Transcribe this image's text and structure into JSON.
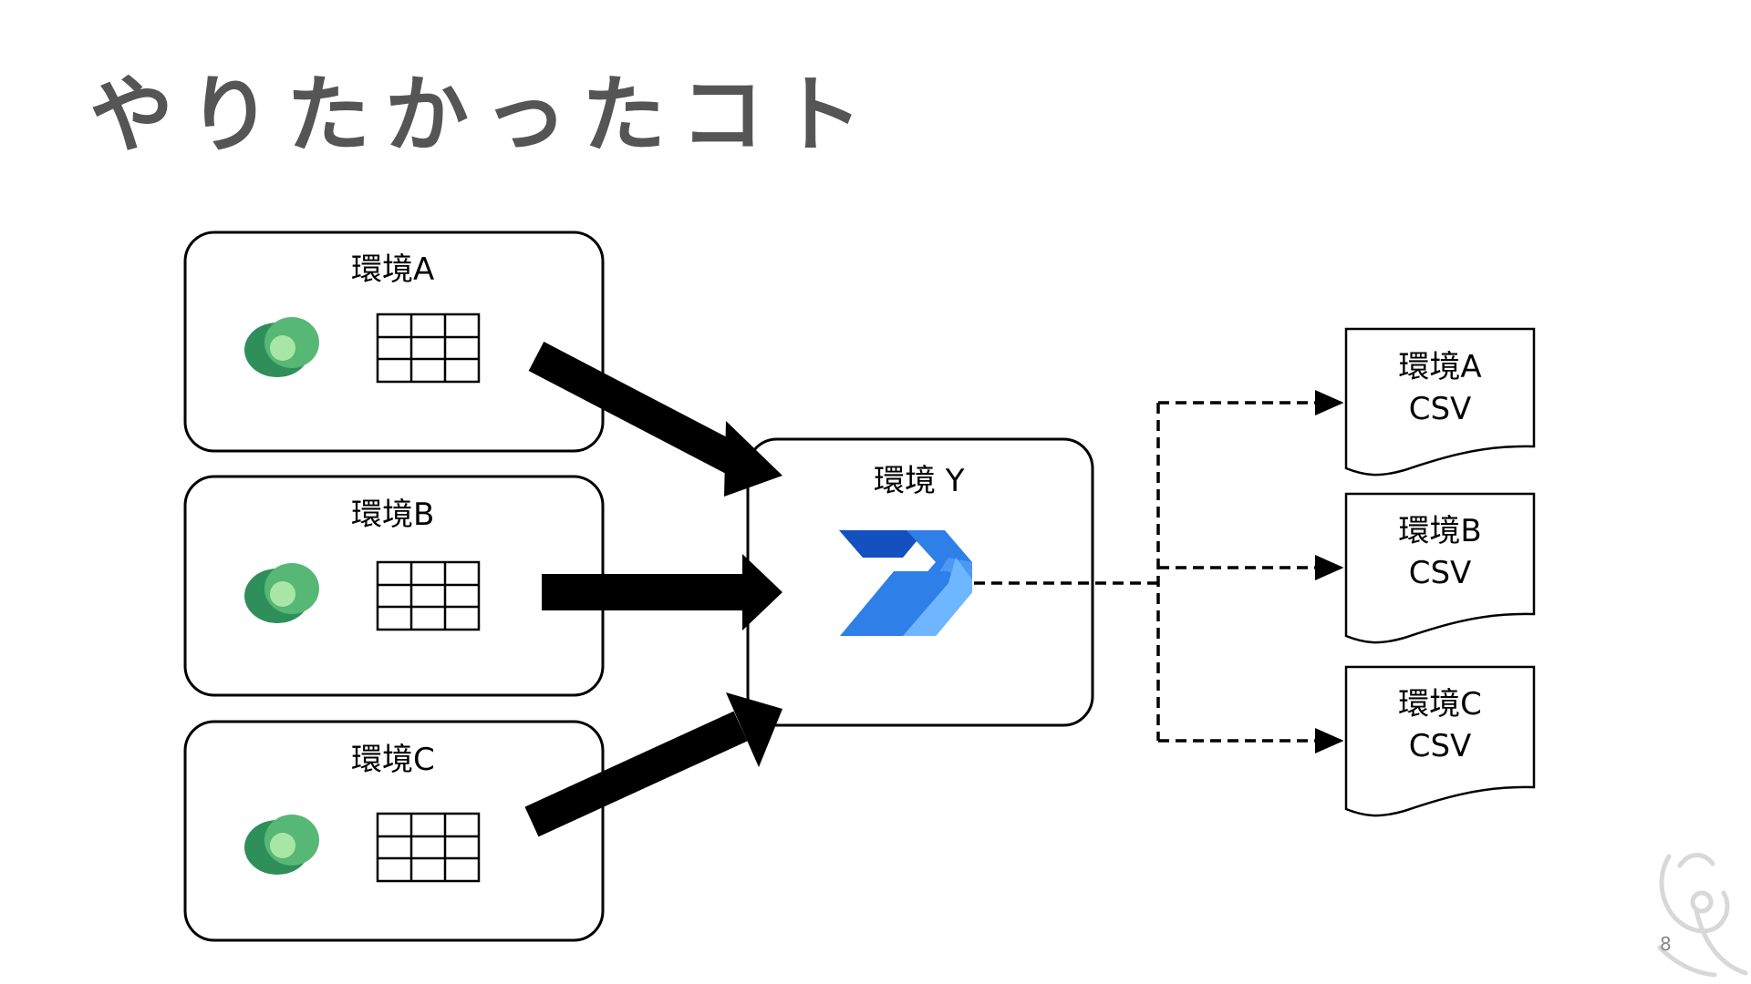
{
  "slide": {
    "title": "やりたかったコト",
    "page_number": "8"
  },
  "sources": [
    {
      "label": "環境A",
      "icon": "dataverse-icon",
      "table_icon": "table-icon"
    },
    {
      "label": "環境B",
      "icon": "dataverse-icon",
      "table_icon": "table-icon"
    },
    {
      "label": "環境C",
      "icon": "dataverse-icon",
      "table_icon": "table-icon"
    }
  ],
  "hub": {
    "label": "環境 Y",
    "icon": "power-automate-icon"
  },
  "outputs": [
    {
      "line1": "環境A",
      "line2": "CSV"
    },
    {
      "line1": "環境B",
      "line2": "CSV"
    },
    {
      "line1": "環境C",
      "line2": "CSV"
    }
  ],
  "colors": {
    "title": "#555555",
    "dataverse_dark": "#2e8b57",
    "dataverse_light": "#7fd38e",
    "automate_dark": "#0f4fb0",
    "automate_mid": "#2b7de9",
    "automate_light": "#66b0ff"
  }
}
